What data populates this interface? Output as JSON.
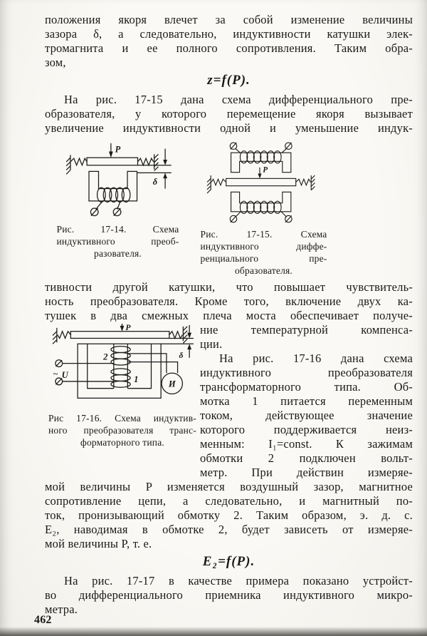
{
  "page": {
    "number": "462",
    "ink_color": "#1b1b1b",
    "paper_color": "#f7f6f2"
  },
  "paragraphs": {
    "p1_lines": [
      "положения якоря влечет за собой изменение величины",
      "зазора δ, а следовательно, индуктивности катушки элек-",
      "тромагнита и ее полного сопротивления. Таким обра-",
      "зом,"
    ],
    "formula1": "z=f(P).",
    "p2_lines": [
      "На рис. 17-15 дана схема дифференциального пре-",
      "образователя, у которого перемещение якоря вызывает",
      "увеличение индуктивности одной и уменьшение индук-"
    ],
    "p3_lines": [
      "тивности другой катушки, что повышает чувствитель-",
      "ность преобразователя. Кроме того, включение двух ка-",
      "тушек в два смежных плеча моста обеспечивает получе-"
    ],
    "p3_wrap_lines": [
      "ние температурной компенса-",
      "ции."
    ],
    "p4_wrap_lines": [
      "На рис. 17-16 дана схема",
      "индуктивного преобразователя",
      "трансформаторного типа. Об-",
      "мотка 1 питается переменным",
      "током, действующее значение",
      "которого поддерживается неиз-",
      "менным: I₁=const. К зажимам",
      "обмотки 2 подключен вольт-",
      "метр. При действин измеряе-"
    ],
    "p4_cont_lines": [
      "мой величины P изменяется воздушный зазор, магнитное",
      "сопротивление цепи, а следовательно, и магнитный по-",
      "ток, пронизывающий обмотку 2. Таким образом, э. д. с.",
      "E₂, наводимая в обмотке 2, будет зависеть от измеряе-",
      "мой величины P, т. е."
    ],
    "formula2": "E₂=f(P).",
    "p5_lines": [
      "На рис. 17-17 в качестве примера показано устройст-",
      "во дифференциального приемника индуктивного микро-",
      "метра."
    ]
  },
  "figures": {
    "fig14": {
      "caption_lines": [
        "Рис. 17-14. Схема",
        "индуктивного преоб-",
        "разователя."
      ],
      "labels": {
        "force": "P",
        "gap": "δ"
      }
    },
    "fig15": {
      "caption_lines": [
        "Рис. 17-15. Схема",
        "индуктивного диффе-",
        "ренциального пре-",
        "образователя."
      ],
      "labels": {
        "force": "P"
      }
    },
    "fig16": {
      "caption_lines": [
        "Рис 17-16. Схема индуктив-",
        "ного преобразователя транс-",
        "форматорного типа."
      ],
      "labels": {
        "force": "P",
        "gap": "δ",
        "winding2": "2",
        "winding1": "1",
        "tilde": "~",
        "voltage": "U",
        "meter": "И"
      }
    }
  }
}
